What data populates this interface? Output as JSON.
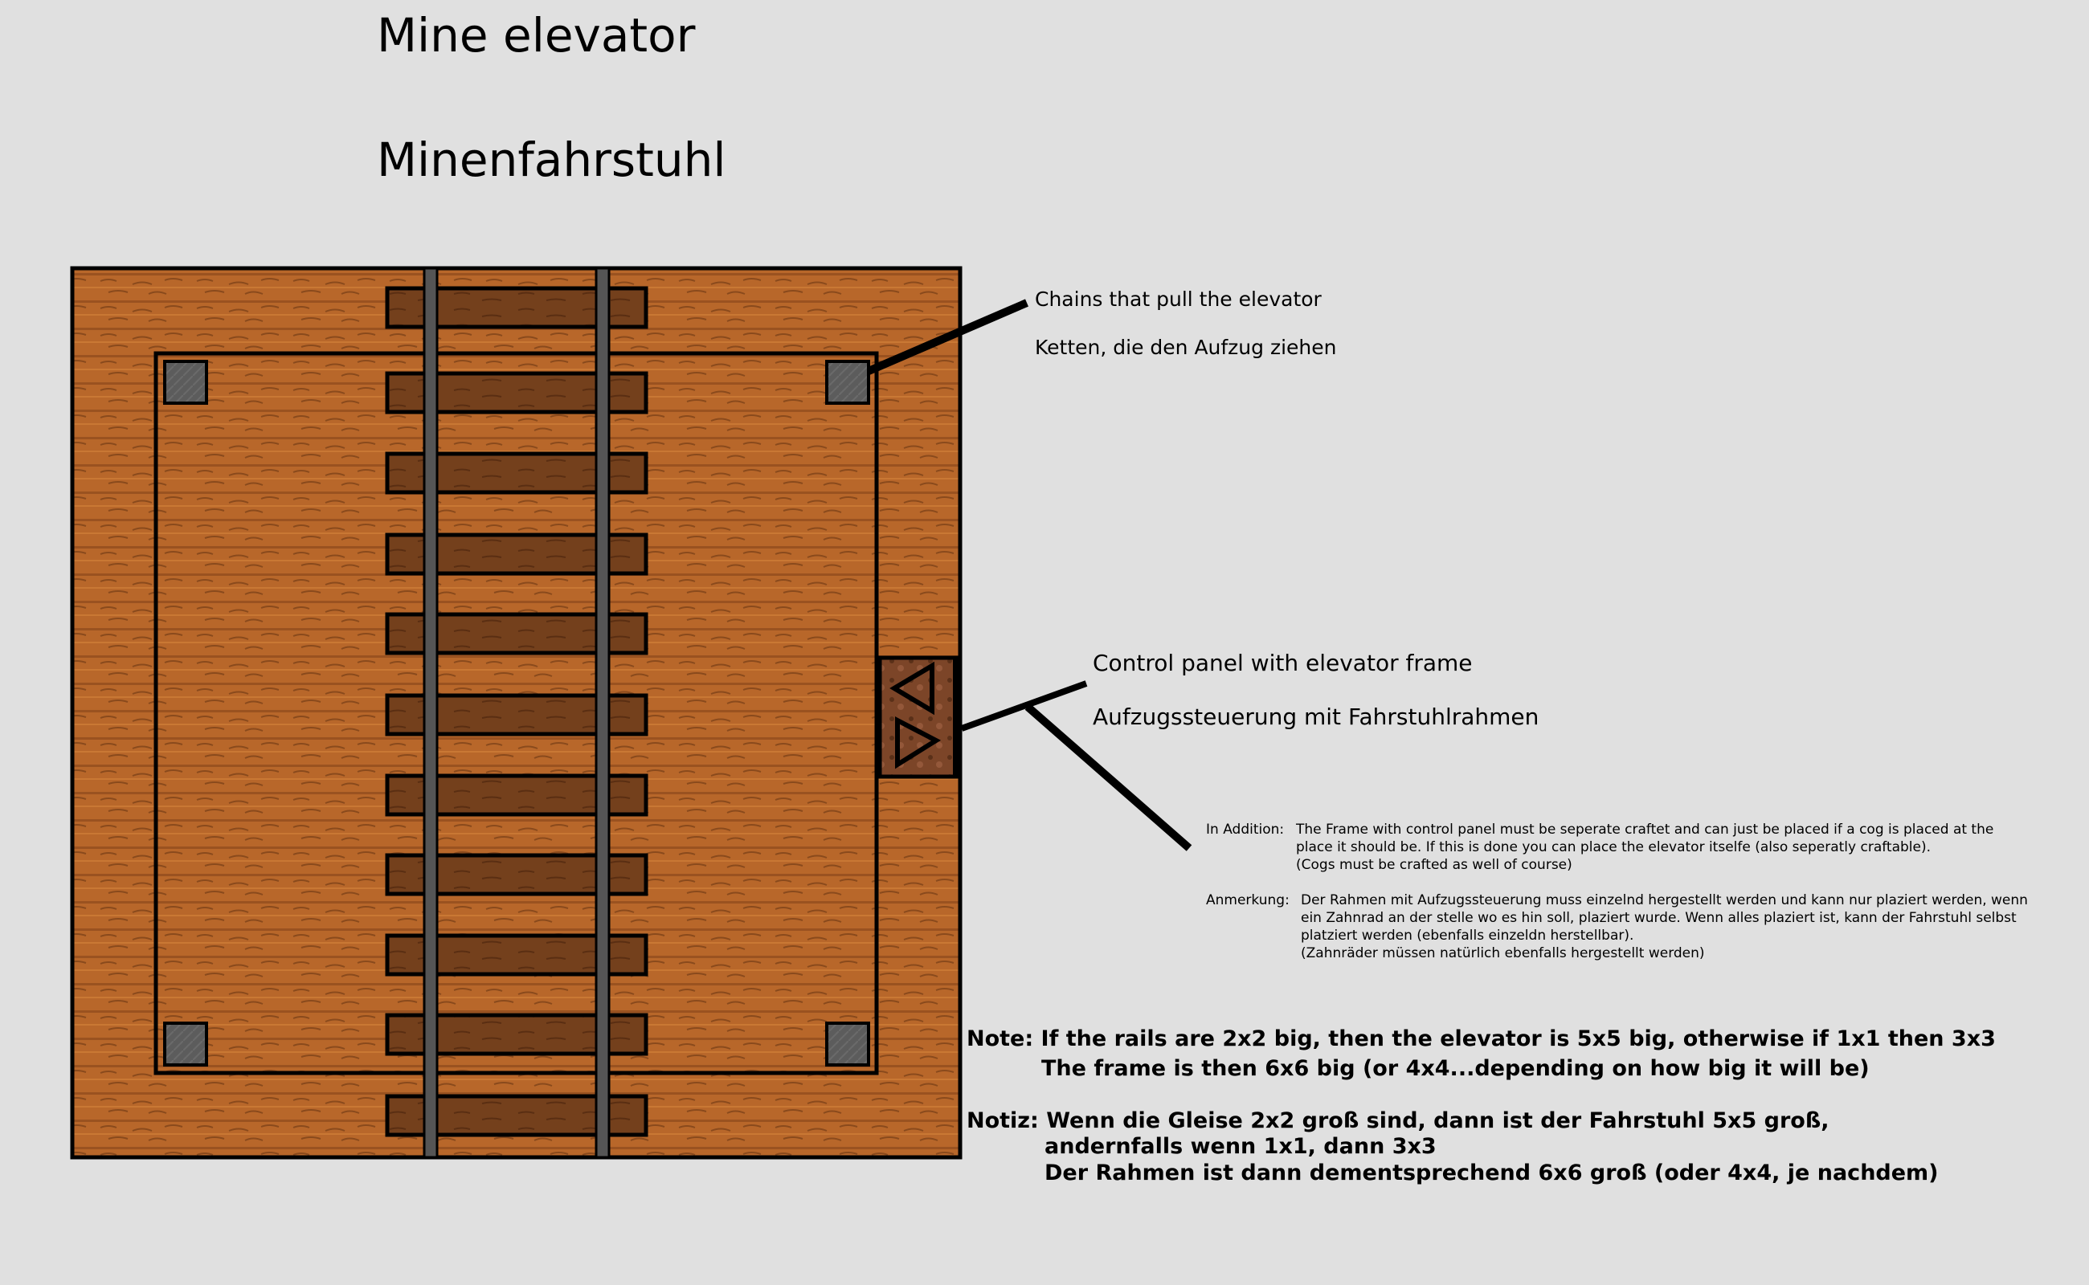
{
  "title": {
    "en": "Mine elevator",
    "de": "Minenfahrstuhl"
  },
  "labels": {
    "chains_en": "Chains that pull the elevator",
    "chains_de": "Ketten, die den Aufzug ziehen",
    "panel_en": "Control panel with elevator frame",
    "panel_de": "Aufzugssteuerung mit Fahrstuhlrahmen"
  },
  "addition": {
    "key": "In Addition:",
    "lines": [
      "The Frame with control panel must be seperate craftet and can just be placed if a cog is placed at the",
      "place it should be. If this is done you can place the elevator itselfe (also seperatly craftable).",
      "(Cogs must be crafted as well of course)"
    ]
  },
  "anmerkung": {
    "key": "Anmerkung:",
    "lines": [
      "Der Rahmen mit Aufzugssteuerung muss einzelnd hergestellt werden und kann nur plaziert werden, wenn",
      "ein Zahnrad an der stelle wo es hin soll, plaziert wurde. Wenn alles plaziert ist, kann der Fahrstuhl selbst",
      "platziert werden (ebenfalls einzeldn herstellbar).",
      "(Zahnräder müssen natürlich ebenfalls hergestellt werden)"
    ]
  },
  "note": {
    "line1": "Note: If the rails are 2x2 big, then the elevator is 5x5 big, otherwise if 1x1 then 3x3",
    "line2": "The frame is then 6x6 big (or 4x4...depending on how big it will be)"
  },
  "notiz": {
    "line1": "Notiz: Wenn die Gleise 2x2 groß sind, dann ist der Fahrstuhl 5x5 groß,",
    "line2": "andernfalls wenn 1x1, dann 3x3",
    "line3": "Der Rahmen ist dann dementsprechend 6x6 groß (oder 4x4, je nachdem)"
  },
  "colors": {
    "background": "#e0e0e0",
    "wood": "#b8672a",
    "tie": "#6e3a1a",
    "rail": "#555555",
    "cog": "#5a5a5a",
    "panel": "#7a4426"
  }
}
